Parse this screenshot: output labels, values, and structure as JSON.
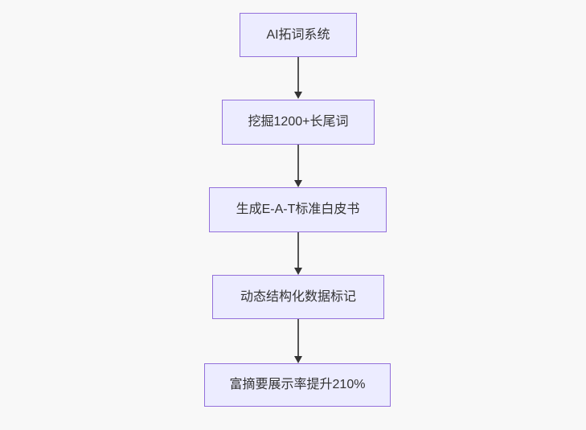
{
  "colors": {
    "page-bg": "#f8f8f8",
    "node-fill": "#ececff",
    "node-border": "#9370db",
    "node-text": "#333333",
    "edge-line": "#555555",
    "edge-arrowhead": "#333333"
  },
  "flowchart": {
    "type": "flowchart",
    "direction": "top-down",
    "nodes": [
      {
        "label": "AI拓词系统"
      },
      {
        "label": "挖掘1200+长尾词"
      },
      {
        "label": "生成E-A-T标准白皮书"
      },
      {
        "label": "动态结构化数据标记"
      },
      {
        "label": "富摘要展示率提升210%"
      }
    ],
    "edges": [
      {
        "from": 0,
        "to": 1
      },
      {
        "from": 1,
        "to": 2
      },
      {
        "from": 2,
        "to": 3
      },
      {
        "from": 3,
        "to": 4
      }
    ]
  }
}
